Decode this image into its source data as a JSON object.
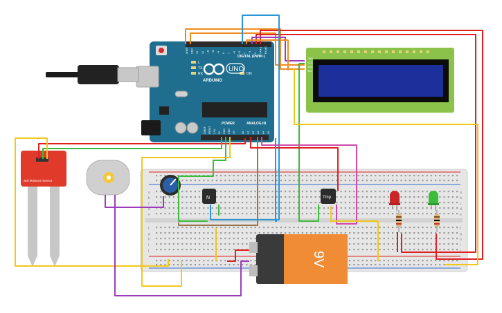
{
  "arduino": {
    "logo_text": "ARDUINO",
    "model": "UNO",
    "digital_header": "DIGITAL (PWM~)",
    "power_header": "POWER",
    "analog_header": "ANALOG IN",
    "tx_label": "TX",
    "rx_label": "RX",
    "l_label": "L",
    "on_label": "ON",
    "digital_pins": [
      "AREF",
      "GND",
      "13",
      "12",
      "~11",
      "~10",
      "~9",
      "8",
      "7",
      "~6",
      "~5",
      "4",
      "~3",
      "2",
      "TX►1",
      "RX◄0"
    ],
    "power_pins": [
      "IOREF",
      "RESET",
      "3.3V",
      "5V",
      "GND",
      "GND",
      "Vin"
    ],
    "analog_pins": [
      "A0",
      "A1",
      "A2",
      "A3",
      "A4",
      "A5"
    ]
  },
  "lcd": {
    "pin_labels": [
      "GND",
      "VCC",
      "SDA",
      "SCL"
    ]
  },
  "soil_sensor": {
    "label": "Soil Moisture Sensor"
  },
  "transistors": [
    {
      "label": "N"
    },
    {
      "label": "Tmp"
    }
  ],
  "battery": {
    "label": "9V"
  },
  "breadboard": {
    "row_letters": [
      "a",
      "b",
      "c",
      "d",
      "e",
      "f",
      "g",
      "h",
      "i",
      "j"
    ]
  },
  "colors": {
    "wire_red": "#e02020",
    "wire_orange": "#f08c1e",
    "wire_green": "#3dbb3d",
    "wire_yellow": "#f2c81a",
    "wire_blue": "#2a96d8",
    "wire_purple": "#9c3cb8",
    "wire_brown": "#9b7550",
    "wire_pink": "#d04aa8",
    "arduino_board": "#1f6e90",
    "lcd_frame": "#8bc34a",
    "lcd_screen": "#1c2f9a",
    "sensor_board": "#e03a2a",
    "battery_orange": "#f08c35"
  }
}
